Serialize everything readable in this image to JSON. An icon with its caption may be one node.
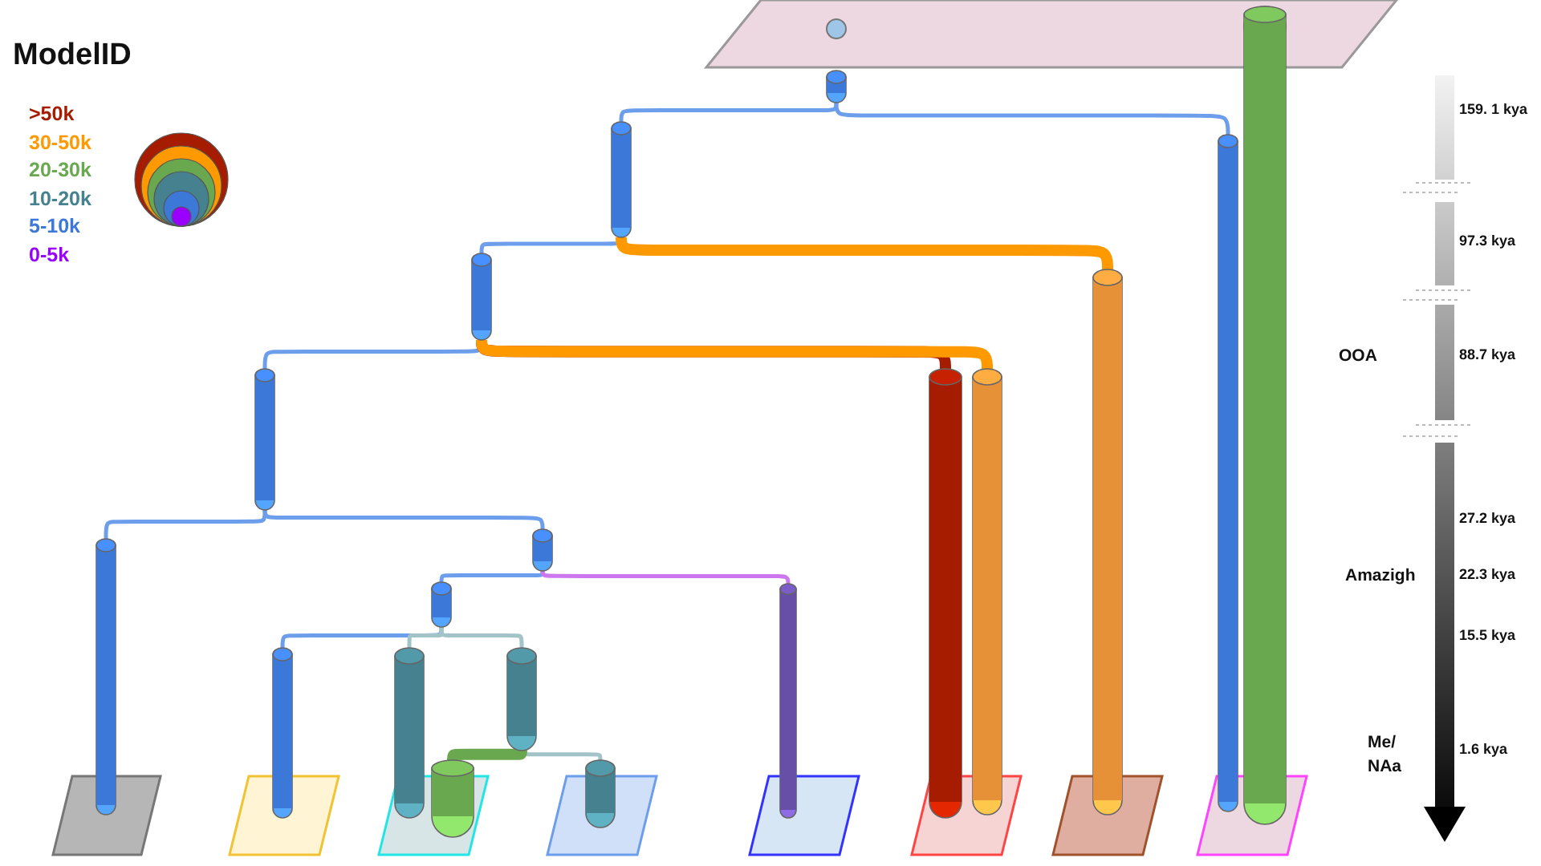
{
  "diagram": {
    "title": "ModelID",
    "nodes": [
      {
        "text": [],
        "shape": "box"
      },
      {
        "text": [],
        "shape": "cylinder"
      },
      {
        "text": [],
        "shape": "cylinder"
      },
      {
        "text": [],
        "shape": "cylinder"
      },
      {
        "text": [],
        "shape": "cylinder"
      },
      {
        "text": [],
        "shape": "cylinder"
      },
      {
        "text": [],
        "shape": "cylinder"
      },
      {
        "text": [],
        "shape": "cylinder"
      },
      {
        "text": [],
        "shape": "cylinder"
      },
      {
        "text": [],
        "shape": "cylinder"
      },
      {
        "text": [],
        "shape": "cylinder"
      },
      {
        "text": [],
        "shape": "cylinder"
      },
      {
        "text": [],
        "shape": "cylinder"
      },
      {
        "text": [],
        "shape": "cylinder"
      },
      {
        "text": [],
        "shape": "cylinder"
      },
      {
        "text": [],
        "shape": "cylinder"
      },
      {
        "text": [],
        "shape": "cylinder"
      },
      {
        "text": [],
        "shape": "cylinder"
      },
      {
        "text": [],
        "shape": "cylinder"
      },
      {
        "text": [],
        "shape": "box"
      },
      {
        "text": [],
        "shape": "box"
      },
      {
        "text": [],
        "shape": "box"
      },
      {
        "text": [],
        "shape": "box"
      },
      {
        "text": [],
        "shape": "box"
      },
      {
        "text": [],
        "shape": "box"
      },
      {
        "text": [],
        "shape": "box"
      },
      {
        "text": [],
        "shape": "box"
      }
    ],
    "edges": [
      {
        "from": 1,
        "to": 2,
        "arrow": "none"
      },
      {
        "from": 1,
        "to": 17,
        "arrow": "none"
      },
      {
        "from": 2,
        "to": 3,
        "arrow": "none"
      },
      {
        "from": 2,
        "to": 16,
        "arrow": "none",
        "style": "thick",
        "color": "#ff9900"
      },
      {
        "from": 3,
        "to": 4,
        "arrow": "none"
      },
      {
        "from": 3,
        "to": 14,
        "arrow": "none",
        "style": "thick",
        "color": "#a61c00"
      },
      {
        "from": 3,
        "to": 15,
        "arrow": "none",
        "style": "thick",
        "color": "#ff9900"
      },
      {
        "from": 4,
        "to": 5,
        "arrow": "none"
      },
      {
        "from": 4,
        "to": 6,
        "arrow": "none"
      },
      {
        "from": 6,
        "to": 7,
        "arrow": "none"
      },
      {
        "from": 6,
        "to": 13,
        "arrow": "none",
        "color": "#cc77ee"
      },
      {
        "from": 7,
        "to": 8,
        "arrow": "none"
      },
      {
        "from": 7,
        "to": 9,
        "arrow": "none",
        "color": "#a2c4c9"
      },
      {
        "from": 7,
        "to": 10,
        "arrow": "none",
        "color": "#a2c4c9"
      },
      {
        "from": 10,
        "to": 11,
        "arrow": "none",
        "color": "#a2c4c9"
      },
      {
        "from": 10,
        "to": 12,
        "arrow": "none",
        "style": "thick",
        "color": "#6aa84f"
      }
    ],
    "labels": [
      "159. 1 kya",
      "97.3 kya",
      "OOA",
      "88.7 kya",
      "27.2 kya",
      "Amazigh",
      "22.3 kya",
      "15.5 kya",
      "Me/ NAa",
      "1.6 kya"
    ],
    "legend": [
      {
        "text": ">50k",
        "color": "#a61c00"
      },
      {
        "text": "30-50k",
        "color": "#ff9900"
      },
      {
        "text": "20-30k",
        "color": "#6aa84f"
      },
      {
        "text": "10-20k",
        "color": "#45818e"
      },
      {
        "text": "5-10k",
        "color": "#3c78d8"
      },
      {
        "text": "0-5k",
        "color": "#9900ff"
      }
    ]
  }
}
